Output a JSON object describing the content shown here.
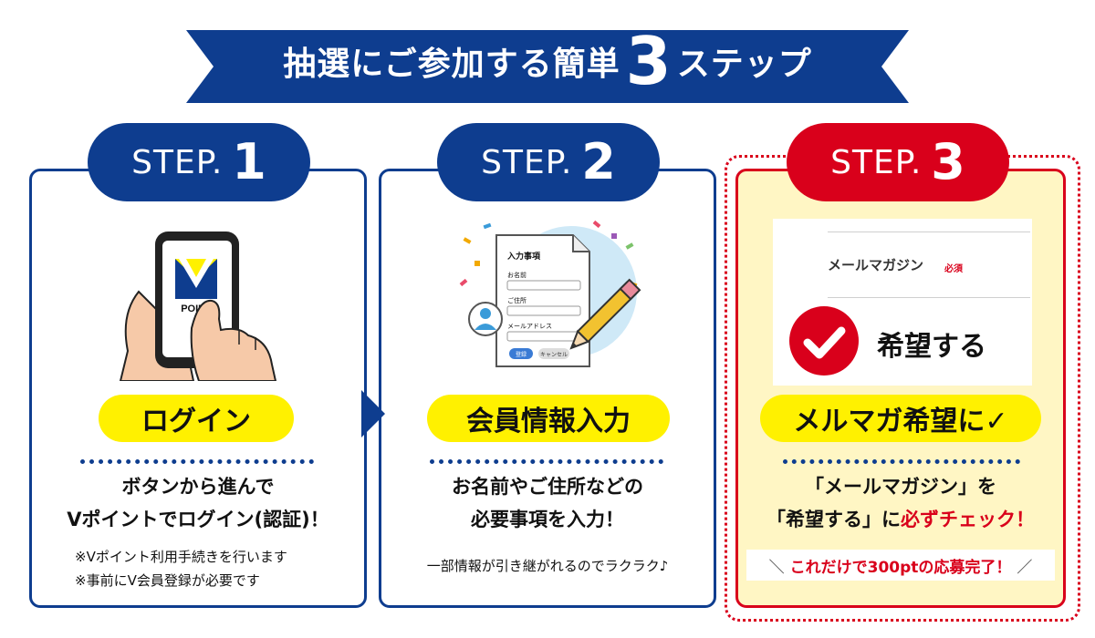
{
  "header": {
    "title_pre": "抽選にご参加する簡単",
    "title_number": "3",
    "title_post": "ステップ"
  },
  "steps": [
    {
      "badge_label": "STEP.",
      "badge_number": "1",
      "action": "ログイン",
      "desc_lines": [
        "ボタンから進んで",
        "Vポイントでログイン(認証)！"
      ],
      "notes": [
        "※Vポイント利用手続きを行います",
        "※事前にV会員登録が必要です"
      ],
      "logo_text": "POINT"
    },
    {
      "badge_label": "STEP.",
      "badge_number": "2",
      "action": "会員情報入力",
      "desc_lines": [
        "お名前やご住所などの",
        "必要事項を入力！"
      ],
      "note": "一部情報が引き継がれるのでラクラク♪",
      "form": {
        "title": "入力事項",
        "name_label": "お名前",
        "address_label": "ご住所",
        "email_label": "メールアドレス",
        "register_btn": "登録",
        "cancel_btn": "キャンセル"
      }
    },
    {
      "badge_label": "STEP.",
      "badge_number": "3",
      "action": "メルマガ希望に✓",
      "desc_line1": "「メールマガジン」を",
      "desc_line2_pre": "「希望する」に",
      "desc_line2_em": "必ずチェック！",
      "strip_text": "これだけで300ptの応募完了！",
      "strip_left": "＼",
      "strip_right": "／",
      "box": {
        "label": "メールマガジン",
        "required": "必須",
        "option": "希望する"
      }
    }
  ],
  "colors": {
    "navy": "#0e3d8f",
    "red": "#d9001b",
    "yellow": "#fff100",
    "cream": "#fff6c4"
  },
  "icons": [
    "smartphone-icon",
    "hand-icon",
    "form-document-icon",
    "pencil-icon",
    "user-avatar-icon",
    "confetti-icon",
    "checkmark-icon",
    "arrow-right-icon"
  ]
}
